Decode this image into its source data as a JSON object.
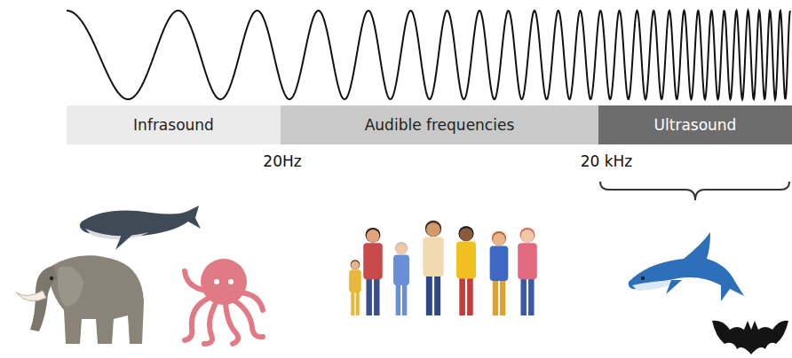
{
  "diagram": {
    "nodes": [
      {
        "text": [
          "Infrasound"
        ]
      },
      {
        "text": [
          "Audible frequencies"
        ]
      },
      {
        "text": [
          "Ultrasound"
        ]
      }
    ],
    "labels": [
      "20Hz",
      "20 kHz"
    ]
  }
}
